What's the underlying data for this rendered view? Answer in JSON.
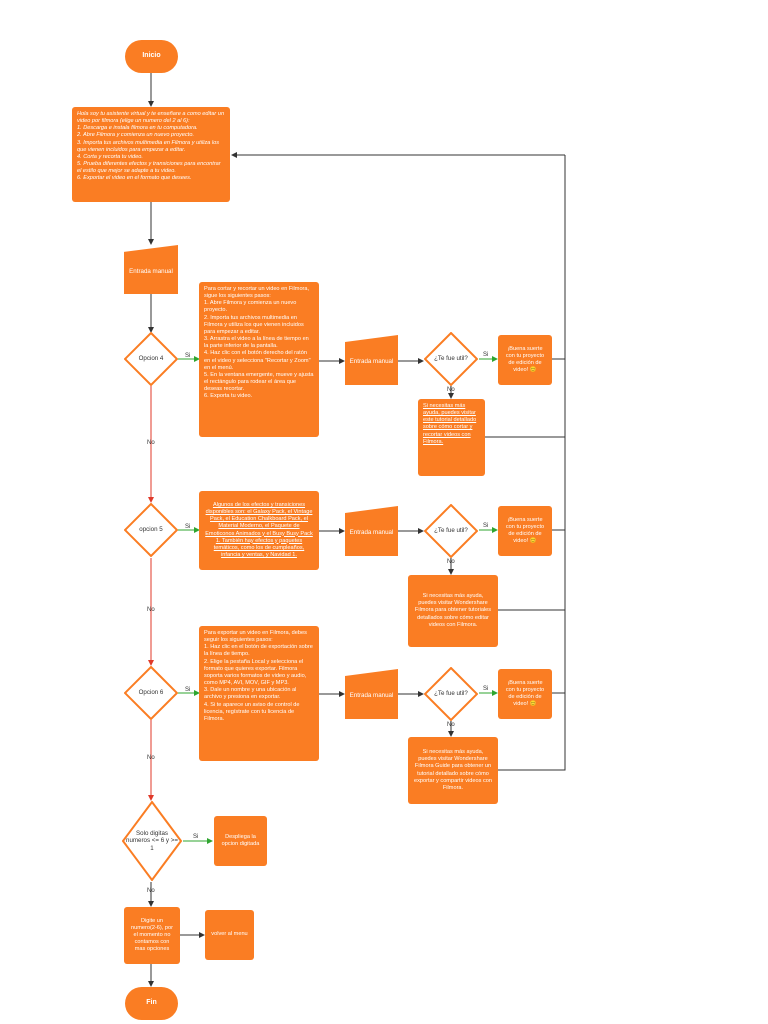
{
  "start": "Inicio",
  "end": "Fin",
  "intro": {
    "lead": "Hola soy tu asistente virtual y te enseñare a como editar un video por filmora (elige un numero del 2 al 6):",
    "steps": [
      "1. Descarga e instala filmora en tu computadora.",
      "2. Abre Filmora y comienza un nuevo proyecto.",
      "3. Importa tus archivos multimedia en Filmora y utiliza los que vienen incluidos para empezar a editar.",
      "4. Corta y recorta tu video.",
      "5. Prueba diferentes efectos y transiciones para encontrar el estilo que mejor se adapte a tu video.",
      "6. Exportar el video en el formato que desees."
    ]
  },
  "manual_input": "Entrada manual",
  "decisions": {
    "option4": "Opcion 4",
    "option5": "opcion 5",
    "option6": "Opcion 6",
    "useful": "¿Te fue util?",
    "digits": "Solo digitas numeros <= 6 y >= 1"
  },
  "labels": {
    "yes": "Si",
    "yes2": "Si",
    "yes3": "Si",
    "yes4": "Si",
    "yes_digits": "Si",
    "no": "No"
  },
  "option4_text": {
    "lead": "Para cortar y recortar un video en Filmora, sigue los siguientes pasos:",
    "steps": [
      "1. Abre Filmora y comienza un nuevo proyecto.",
      "2. Importa tus archivos multimedia en Filmora y utiliza los que vienen incluidos para empezar a editar.",
      "3. Arrastra el video a la línea de tiempo en la parte inferior de la pantalla.",
      "4. Haz clic con el botón derecho del ratón en el video y selecciona \"Recortar y Zoom\" en el menú.",
      "5. En la ventana emergente, mueve y ajusta el rectángulo para rodear el área que deseas recortar.",
      "6. Exporta tu video."
    ]
  },
  "option5_text": "Algunos de los efectos y transiciones disponibles son: el Galaxy Pack, el Vintage Pack, el Education Chalkboard Pack, el Material Moderno, el Paquete de Emoticonos Animados y el Busy Busy Pack 1. También hay efectos y paquetes temáticos, como los de cumpleaños, infancia y ventas, y Navidad 1.",
  "option6_text": {
    "lead": "Para exportar un video en Filmora, debes seguir los siguientes pasos:",
    "steps": [
      "1. Haz clic en el botón de exportación sobre la línea de tiempo.",
      "2. Elige la pestaña Local y selecciona el formato que quieres exportar. Filmora soporta varios formatos de video y audio, como MP4, AVI, MOV, GIF y MP3.",
      "3. Dale un nombre y una ubicación al archivo y presiona en exportar.",
      "4. Si te aparece un aviso de control de licencia, regístrate con tu licencia de Filmora."
    ]
  },
  "good_luck": "¡Buena suerte con tu proyecto de edición de video! 😊",
  "help4": "Si necesitas más ayuda, puedes visitar este tutorial detallado sobre cómo cortar y recortar videos con Filmora.",
  "help5": "Si necesitas más ayuda, puedes visitar Wondershare Filmora para obtener tutoriales detallados sobre cómo editar videos con Filmora.",
  "help6": "Si necesitas más ayuda, puedes visitar Wondershare Filmora Guide para obtener un tutorial detallado sobre cómo exportar y compartir videos con Filmora.",
  "show_option": "Despliega la opcion digitada",
  "invalid": "Digite un numero(2-6), por el momento no contamos con mas opciones",
  "back_menu": "volver al menu",
  "colors": {
    "node": "#fa7d23",
    "diamond_border": "#fa7d23",
    "arrow": "#333333",
    "no_arrow": "#e03a2a",
    "yes_arrow": "#2fa52f"
  }
}
